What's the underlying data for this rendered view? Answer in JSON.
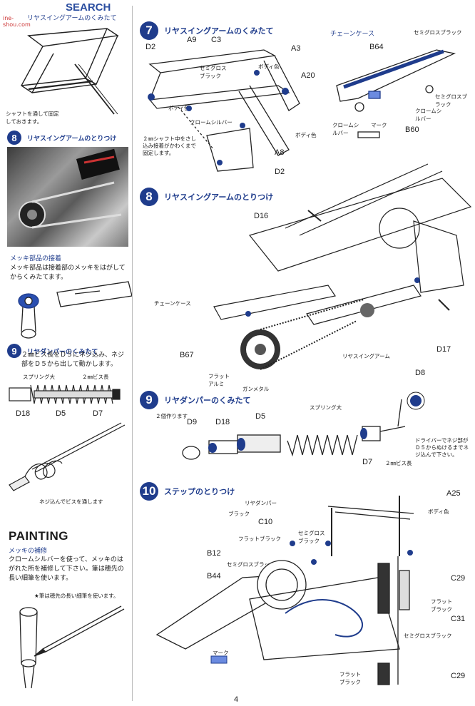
{
  "watermark": {
    "text": "SEARCH",
    "url": "ine-shou.com"
  },
  "left": {
    "top_caption": "リヤスイングアームのくみたて",
    "shaft_note": "シャフトを通して固定しておきます。",
    "step8": {
      "num": "8",
      "title": "リヤスイングアームのとりつけ"
    },
    "plating": {
      "title": "メッキ部品の接着",
      "body": "メッキ部品は接着部のメッキをはがしてからくみたてます。"
    },
    "step9": {
      "num": "9",
      "title": "リヤダンパーのくみたて",
      "body": "２㎜ビス長をＤ５にネジ込み、ネジ部をＤ５から出して動かします。"
    },
    "spring_labels": {
      "spring": "スプリング大",
      "screw": "２㎜ビス長"
    },
    "parts_row": [
      "D18",
      "D5",
      "D7"
    ],
    "screw_note": "ネジ込んでビスを通します",
    "painting": {
      "title": "PAINTING",
      "subtitle": "メッキの補修",
      "body": "クロームシルバーを使って、メッキのはがれた所を補修して下さい。筆は穂先の長い細筆を使います。",
      "footnote": "★筆は穂先の長い細筆を使います。"
    }
  },
  "step7": {
    "num": "7",
    "title": "リヤスイングアームのくみたて",
    "parts": [
      "D2",
      "A9",
      "C3",
      "A3",
      "A20",
      "A8",
      "D2"
    ],
    "paints": [
      "セミグロスブラック",
      "ボディ色",
      "クロームシルバー",
      "ボディ色",
      "ボディ色"
    ],
    "shaft_note": "２㎜シャフト中をさし込み接着がかわくまで固定します。"
  },
  "chain_case": {
    "title": "チェーンケース",
    "parts": [
      "B64",
      "B60"
    ],
    "paints": [
      "セミグロスブラック",
      "セミグロスブラック",
      "クロームシルバー",
      "クロームシルバー"
    ],
    "mark": "マーク"
  },
  "step8": {
    "num": "8",
    "title": "リヤスイングアームのとりつけ",
    "parts": [
      "D16",
      "B67",
      "D17"
    ],
    "labels": [
      "チェーンケース",
      "リヤスイングアーム"
    ],
    "paints": [
      "フラットアルミ",
      "ガンメタル"
    ]
  },
  "step9": {
    "num": "9",
    "title": "リヤダンパーのくみたて",
    "qty": "２個作ります",
    "parts": [
      "D9",
      "D18",
      "D5",
      "D7",
      "D8"
    ],
    "labels": {
      "spring": "スプリング大",
      "screw": "２㎜ビス長"
    },
    "driver_note": "ドライバーでネジ部がＤ５からぬけるまでネジ込んで下さい。"
  },
  "step10": {
    "num": "10",
    "title": "ステップのとりつけ",
    "parts": [
      "A25",
      "C10",
      "B12",
      "B44",
      "C29",
      "C31",
      "C29"
    ],
    "labels": [
      "リヤダンパー",
      "マーク"
    ],
    "paints": [
      "ブラック",
      "フラットブラック",
      "セミグロスブラック",
      "セミグロスブラック",
      "ボディ色",
      "フラットブラック",
      "セミグロスブラック",
      "フラットブラック"
    ]
  },
  "page_number": "4"
}
